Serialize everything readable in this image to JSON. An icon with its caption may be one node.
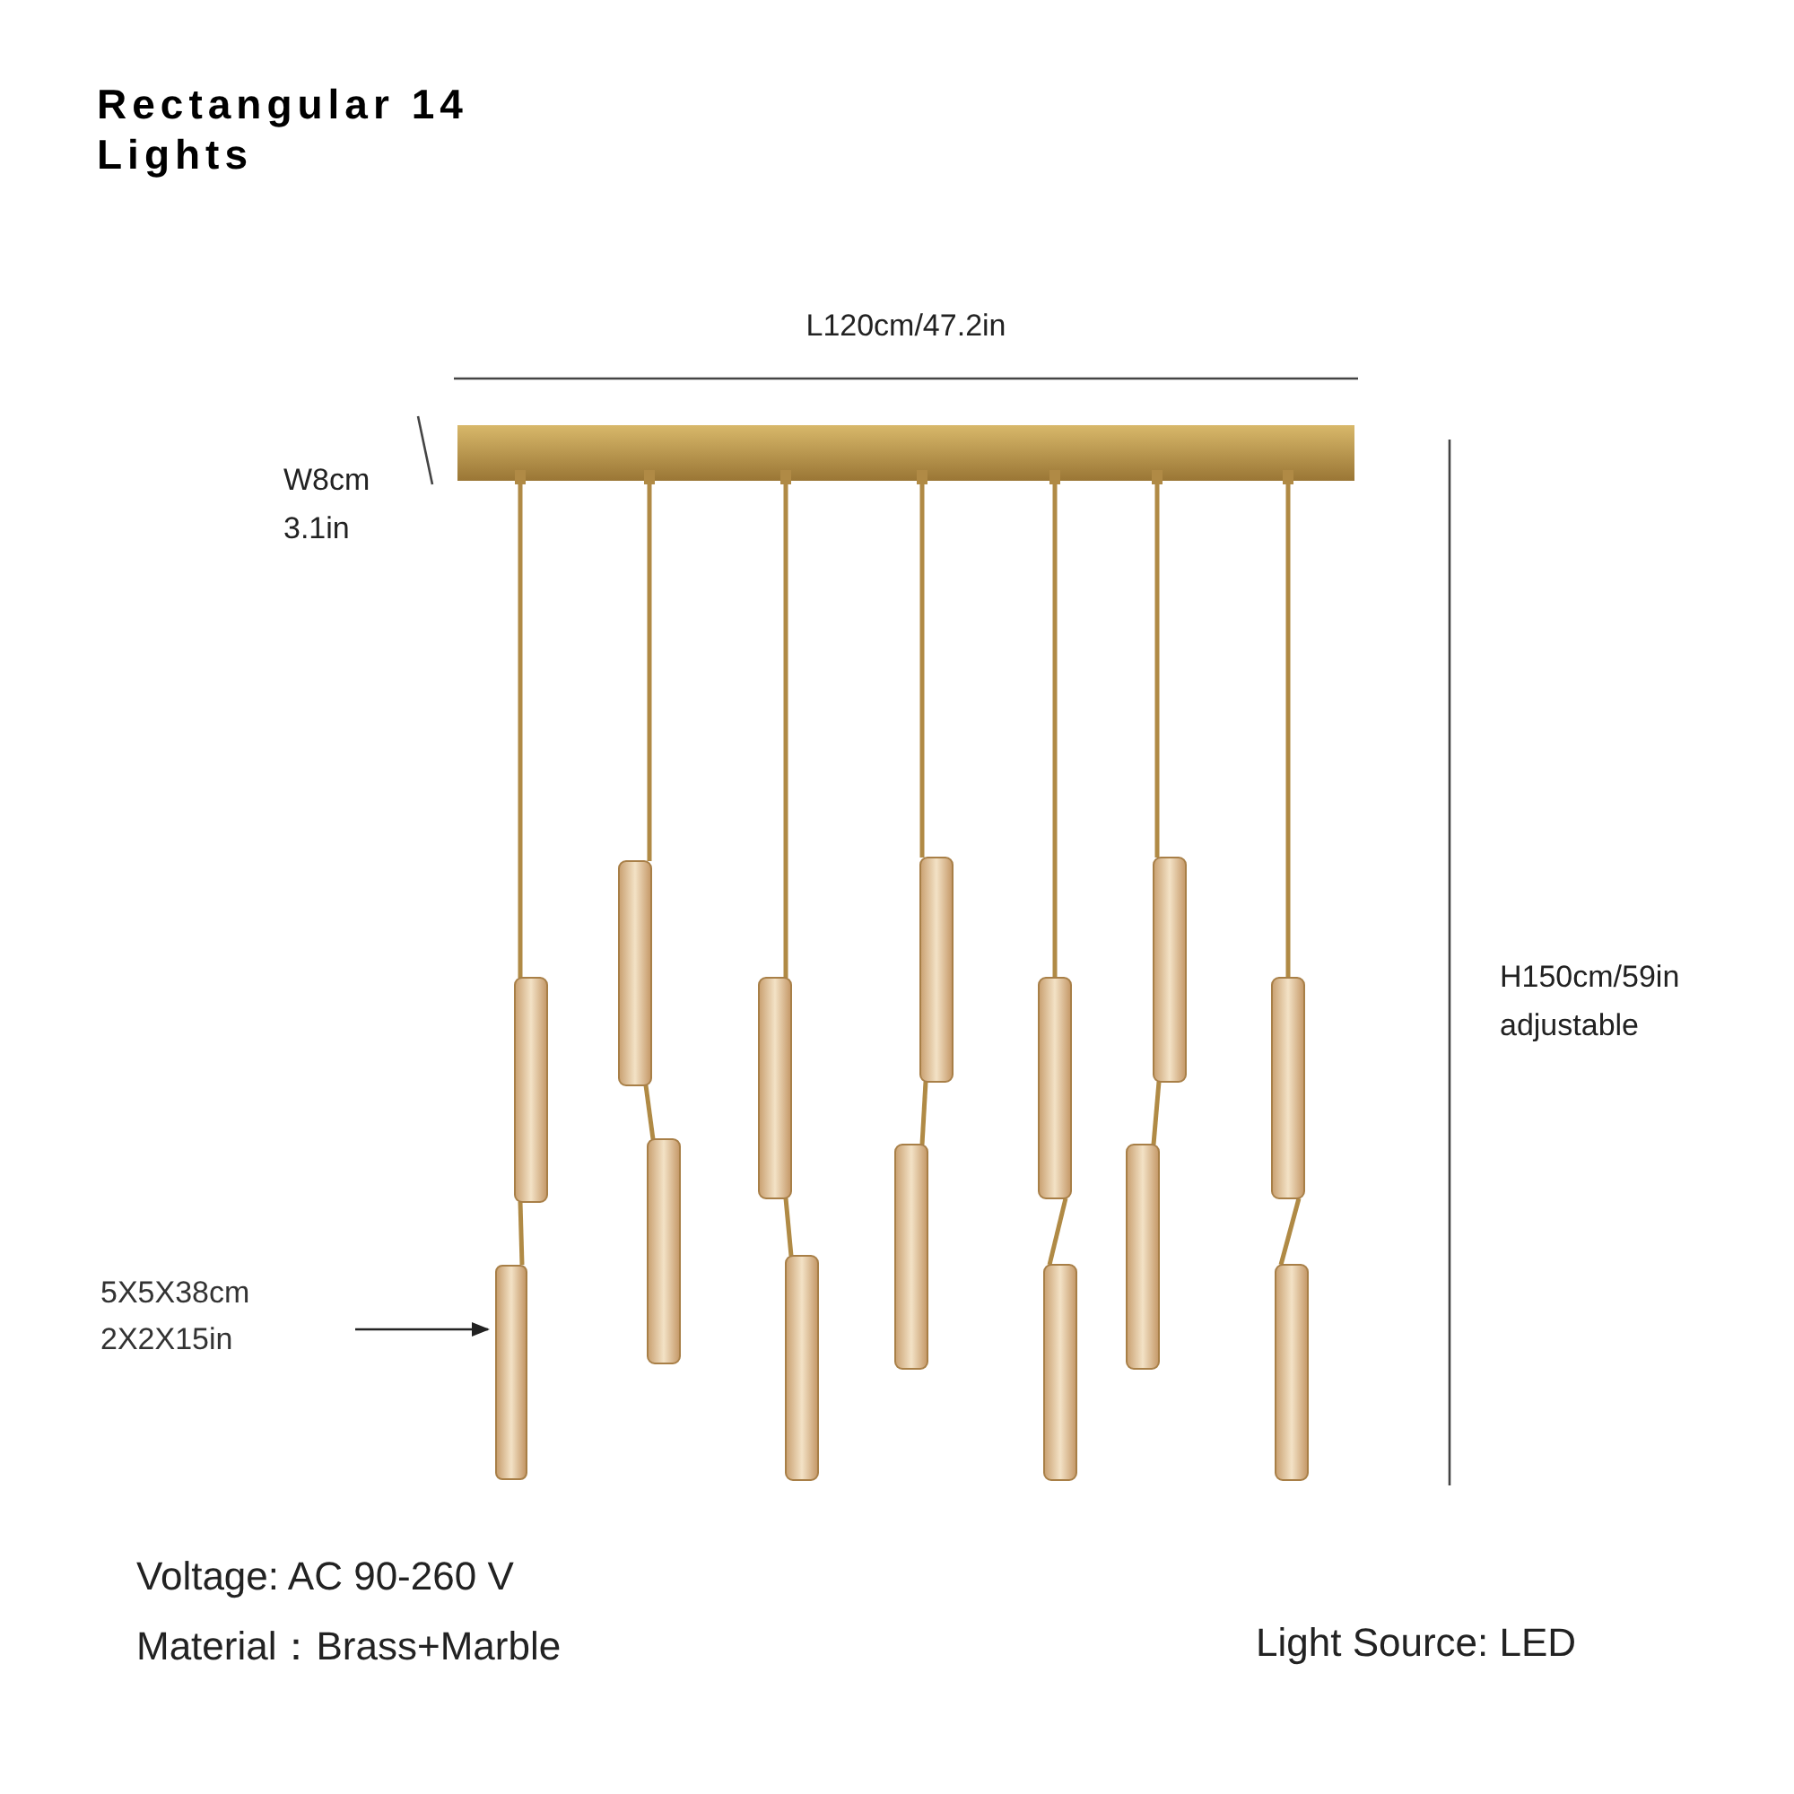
{
  "diagram": {
    "title": "Rectangular 14 Lights",
    "nodes": [
      {
        "text": [
          "5X5X38cm 2X2X15in"
        ]
      },
      {
        "text": [],
        "shape": "picture"
      }
    ],
    "edges": [
      {
        "from": 0,
        "to": 1,
        "arrow": "to"
      }
    ],
    "labels": [
      "L120cm/47.2in",
      "W8cm 3.1in",
      "H150cm/59in adjustable",
      "Voltage: AC 90-260 V",
      "Material：Brass+Marble",
      "Light Source: LED"
    ]
  }
}
